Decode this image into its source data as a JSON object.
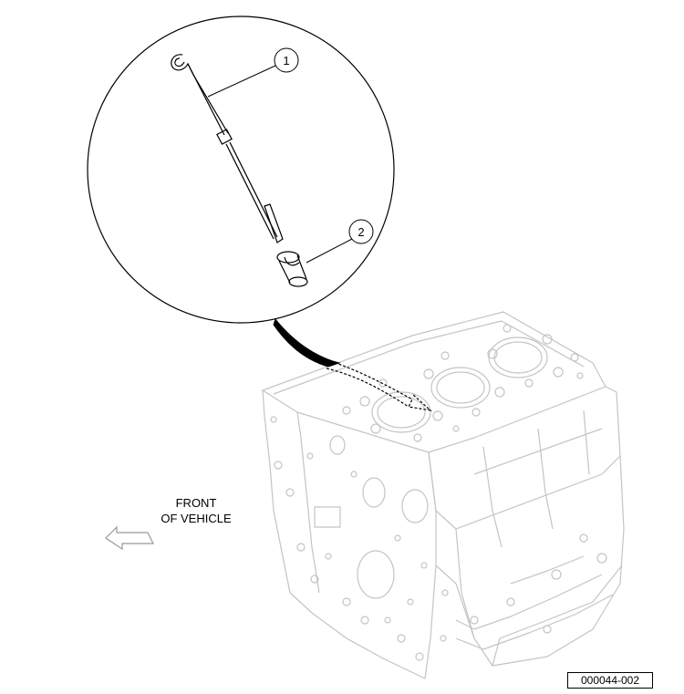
{
  "callouts": [
    {
      "label": "1",
      "target": "dipstick"
    },
    {
      "label": "2",
      "target": "dipstick-tube-seal"
    }
  ],
  "direction_label": {
    "line1": "FRONT",
    "line2": "OF VEHICLE"
  },
  "figure_number": "000044-002",
  "colors": {
    "line": "#000000",
    "faded_line": "#c4c4c4",
    "background": "#ffffff"
  }
}
